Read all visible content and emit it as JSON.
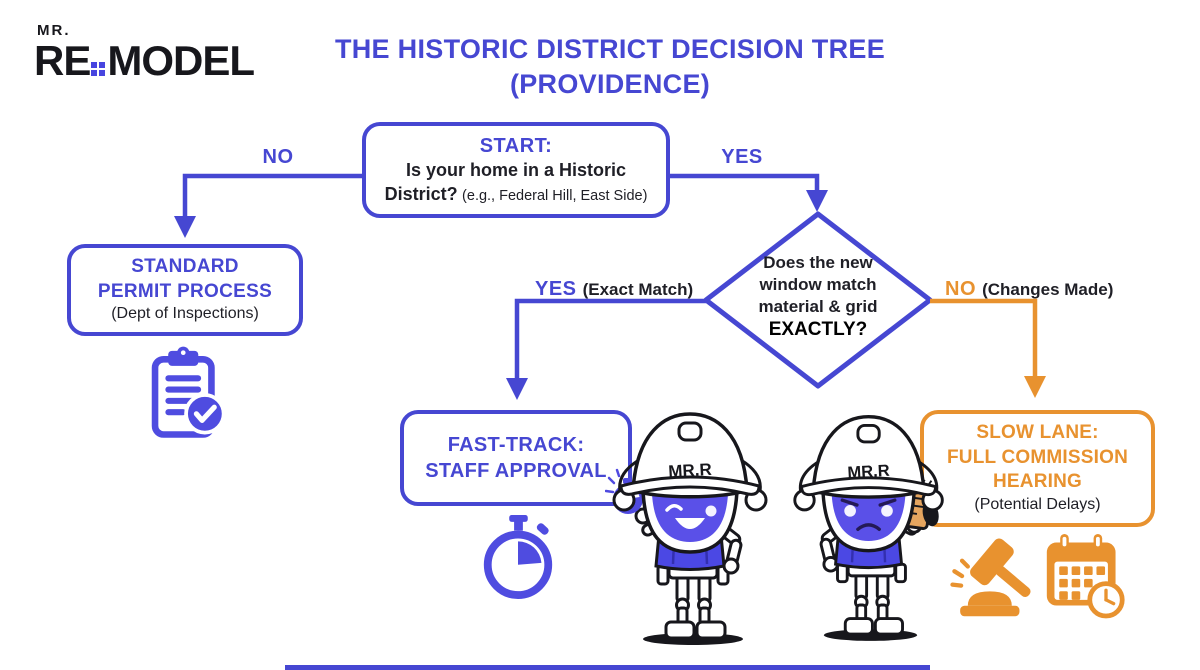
{
  "logo": {
    "prefix": "MR.",
    "word_start": "RE",
    "word_end": "MODEL"
  },
  "title": {
    "line1": "THE HISTORIC DISTRICT DECISION TREE",
    "line2": "(PROVIDENCE)"
  },
  "flow": {
    "start": {
      "heading": "START:",
      "question_line1": "Is your home in a Historic",
      "question_line2": "District?",
      "example_note": "(e.g., Federal Hill, East Side)"
    },
    "branch_no": {
      "label": "NO"
    },
    "branch_yes": {
      "label": "YES"
    },
    "standard_permit": {
      "title_line1": "STANDARD",
      "title_line2": "PERMIT PROCESS",
      "subtitle": "(Dept of Inspections)"
    },
    "decision": {
      "line1": "Does the new",
      "line2": "window match",
      "line3": "material & grid",
      "line4": "EXACTLY?"
    },
    "branch_yes_exact": {
      "label": "YES",
      "note": "(Exact Match)"
    },
    "branch_no_changes": {
      "label": "NO",
      "note": "(Changes Made)"
    },
    "fast_track": {
      "title_line1": "FAST-TRACK:",
      "title_line2": "STAFF APPROVAL"
    },
    "slow_lane": {
      "title_line1": "SLOW LANE:",
      "title_line2": "FULL COMMISSION",
      "title_line3": "HEARING",
      "subtitle": "(Potential Delays)"
    }
  },
  "mascot": {
    "helmet_text": "MR.R"
  },
  "icons": [
    "clipboard-check-icon",
    "stopwatch-icon",
    "gavel-icon",
    "calendar-clock-icon",
    "window-grid-icon"
  ],
  "colors": {
    "primary_blue": "#4647d2",
    "accent_orange": "#e8922f",
    "text_dark": "#1f1f26",
    "logo_black": "#17171c"
  }
}
